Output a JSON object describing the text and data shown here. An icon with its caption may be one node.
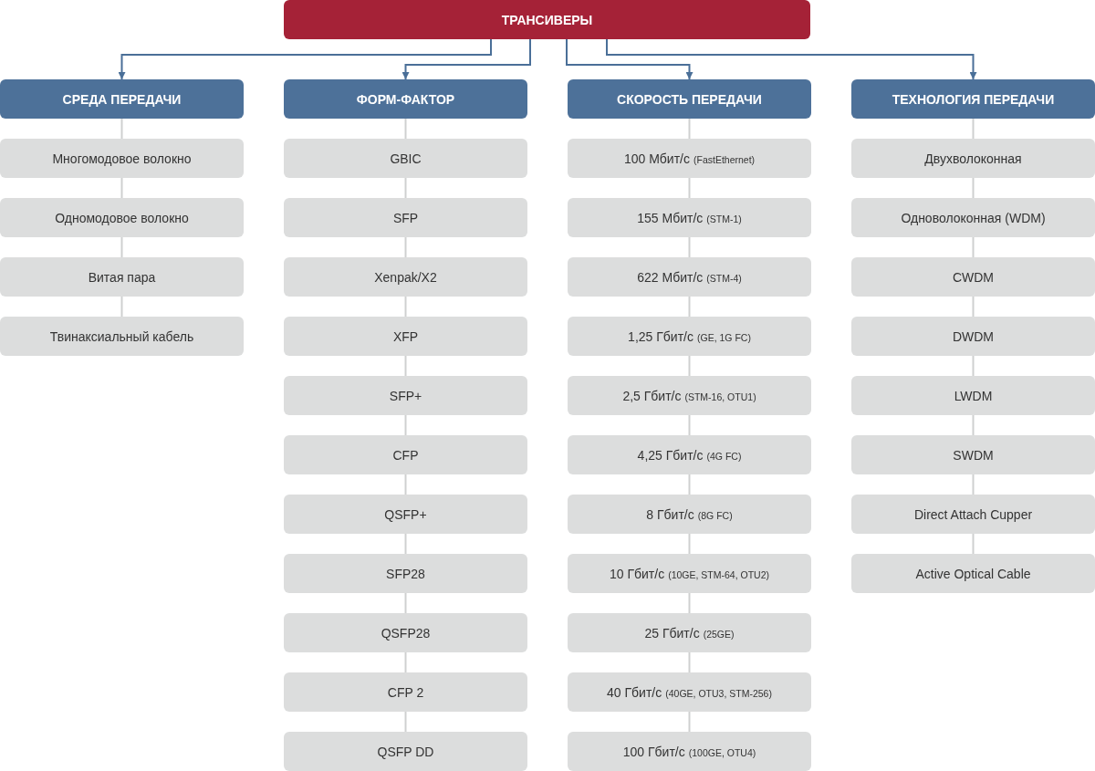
{
  "diagram": {
    "nodes": [
      {
        "text": [
          "ТРАНСИВЕРЫ"
        ]
      },
      {
        "text": [
          "СРЕДА ПЕРЕДАЧИ"
        ]
      },
      {
        "text": [
          "Многомодовое волокно"
        ]
      },
      {
        "text": [
          "Одномодовое волокно"
        ]
      },
      {
        "text": [
          "Витая пара"
        ]
      },
      {
        "text": [
          "Твинаксиальный кабель"
        ]
      },
      {
        "text": [
          "ФОРМ-ФАКТОР"
        ]
      },
      {
        "text": [
          "GBIC"
        ]
      },
      {
        "text": [
          "SFP"
        ]
      },
      {
        "text": [
          "Xenpak/X2"
        ]
      },
      {
        "text": [
          "XFP"
        ]
      },
      {
        "text": [
          "SFP+"
        ]
      },
      {
        "text": [
          "CFP"
        ]
      },
      {
        "text": [
          "QSFP+"
        ]
      },
      {
        "text": [
          "SFP28"
        ]
      },
      {
        "text": [
          "QSFP28"
        ]
      },
      {
        "text": [
          "CFP 2"
        ]
      },
      {
        "text": [
          "QSFP DD"
        ]
      },
      {
        "text": [
          "СКОРОСТЬ ПЕРЕДАЧИ"
        ]
      },
      {
        "text": [
          "100 Мбит/с",
          "(FastEthernet)"
        ]
      },
      {
        "text": [
          "155 Мбит/с",
          "(STM-1)"
        ]
      },
      {
        "text": [
          "622 Мбит/с",
          "(STM-4)"
        ]
      },
      {
        "text": [
          "1,25 Гбит/с",
          "(GE, 1G FC)"
        ]
      },
      {
        "text": [
          "2,5 Гбит/с",
          "(STM-16, OTU1)"
        ]
      },
      {
        "text": [
          "4,25 Гбит/с",
          "(4G FC)"
        ]
      },
      {
        "text": [
          "8 Гбит/с",
          "(8G FC)"
        ]
      },
      {
        "text": [
          "10 Гбит/с",
          "(10GE, STM-64, OTU2)"
        ]
      },
      {
        "text": [
          "25 Гбит/с",
          "(25GE)"
        ]
      },
      {
        "text": [
          "40 Гбит/с",
          "(40GE, OTU3, STM-256)"
        ]
      },
      {
        "text": [
          "100 Гбит/с",
          "(100GE, OTU4)"
        ]
      },
      {
        "text": [
          "ТЕХНОЛОГИЯ ПЕРЕДАЧИ"
        ]
      },
      {
        "text": [
          "Двухволоконная"
        ]
      },
      {
        "text": [
          "Одноволоконная (WDM)"
        ]
      },
      {
        "text": [
          "CWDM"
        ]
      },
      {
        "text": [
          "DWDM"
        ]
      },
      {
        "text": [
          "LWDM"
        ]
      },
      {
        "text": [
          "SWDM"
        ]
      },
      {
        "text": [
          "Direct Attach Cupper"
        ]
      },
      {
        "text": [
          "Active Optical Cable"
        ]
      }
    ],
    "edges": [
      {
        "from": 0,
        "to": 1,
        "arrow": "to",
        "color": "#4a6f98"
      },
      {
        "from": 0,
        "to": 6,
        "arrow": "to",
        "color": "#4a6f98"
      },
      {
        "from": 0,
        "to": 18,
        "arrow": "to",
        "color": "#4a6f98"
      },
      {
        "from": 0,
        "to": 30,
        "arrow": "to",
        "color": "#4a6f98"
      },
      {
        "from": 1,
        "to": 2,
        "arrow": "none"
      },
      {
        "from": 2,
        "to": 3,
        "arrow": "none"
      },
      {
        "from": 3,
        "to": 4,
        "arrow": "none"
      },
      {
        "from": 4,
        "to": 5,
        "arrow": "none"
      },
      {
        "from": 6,
        "to": 7,
        "arrow": "none"
      },
      {
        "from": 7,
        "to": 8,
        "arrow": "none"
      },
      {
        "from": 8,
        "to": 9,
        "arrow": "none"
      },
      {
        "from": 9,
        "to": 10,
        "arrow": "none"
      },
      {
        "from": 10,
        "to": 11,
        "arrow": "none"
      },
      {
        "from": 11,
        "to": 12,
        "arrow": "none"
      },
      {
        "from": 12,
        "to": 13,
        "arrow": "none"
      },
      {
        "from": 13,
        "to": 14,
        "arrow": "none"
      },
      {
        "from": 14,
        "to": 15,
        "arrow": "none"
      },
      {
        "from": 15,
        "to": 16,
        "arrow": "none"
      },
      {
        "from": 16,
        "to": 17,
        "arrow": "none"
      },
      {
        "from": 18,
        "to": 19,
        "arrow": "none"
      },
      {
        "from": 19,
        "to": 20,
        "arrow": "none"
      },
      {
        "from": 20,
        "to": 21,
        "arrow": "none"
      },
      {
        "from": 21,
        "to": 22,
        "arrow": "none"
      },
      {
        "from": 22,
        "to": 23,
        "arrow": "none"
      },
      {
        "from": 23,
        "to": 24,
        "arrow": "none"
      },
      {
        "from": 24,
        "to": 25,
        "arrow": "none"
      },
      {
        "from": 25,
        "to": 26,
        "arrow": "none"
      },
      {
        "from": 26,
        "to": 27,
        "arrow": "none"
      },
      {
        "from": 27,
        "to": 28,
        "arrow": "none"
      },
      {
        "from": 28,
        "to": 29,
        "arrow": "none"
      },
      {
        "from": 30,
        "to": 31,
        "arrow": "none"
      },
      {
        "from": 31,
        "to": 32,
        "arrow": "none"
      },
      {
        "from": 32,
        "to": 33,
        "arrow": "none"
      },
      {
        "from": 33,
        "to": 34,
        "arrow": "none"
      },
      {
        "from": 34,
        "to": 35,
        "arrow": "none"
      },
      {
        "from": 35,
        "to": 36,
        "arrow": "none"
      },
      {
        "from": 36,
        "to": 37,
        "arrow": "none"
      },
      {
        "from": 37,
        "to": 38,
        "arrow": "none"
      }
    ]
  }
}
